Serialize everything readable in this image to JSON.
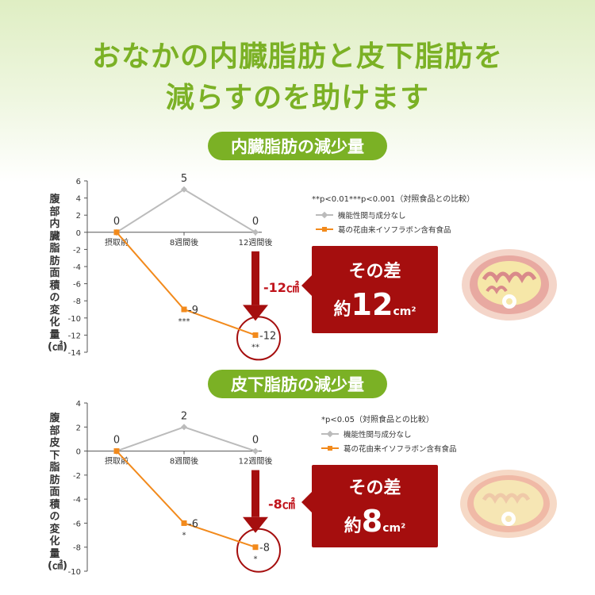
{
  "header": {
    "line1": "おなかの内臓脂肪と皮下脂肪を",
    "line2": "減らすのを助けます"
  },
  "sections": [
    {
      "pill": "内臓脂肪の減少量",
      "ylabel": "腹部内臓脂肪面積の変化量(㎠)",
      "note": "**p<0.01***p<0.001（対照食品との比較）",
      "legend": [
        "機能性関与成分なし",
        "葛の花由来イソフラボン含有食品"
      ],
      "diff_label": "-12㎠",
      "box_line1": "その差",
      "box_prefix": "約",
      "box_value": "12",
      "box_unit": "cm²"
    },
    {
      "pill": "皮下脂肪の減少量",
      "ylabel": "腹部皮下脂肪面積の変化量(㎠)",
      "note": "*p<0.05（対照食品との比較）",
      "legend": [
        "機能性関与成分なし",
        "葛の花由来イソフラボン含有食品"
      ],
      "diff_label": "-8㎠",
      "box_line1": "その差",
      "box_prefix": "約",
      "box_value": "8",
      "box_unit": "cm²"
    }
  ],
  "colors": {
    "accent_green": "#7bb125",
    "control_gray": "#bbbbbb",
    "treatment_orange": "#f28a1c",
    "emphasis_red": "#a50e0e"
  },
  "chart_data": [
    {
      "type": "line",
      "categories": [
        "摂取前",
        "8週間後",
        "12週間後"
      ],
      "series": [
        {
          "name": "機能性関与成分なし",
          "values": [
            0,
            5,
            0
          ],
          "labels": [
            "0",
            "5",
            "0"
          ],
          "sig": [
            "",
            "",
            ""
          ]
        },
        {
          "name": "葛の花由来イソフラボン含有食品",
          "values": [
            0,
            -9,
            -12
          ],
          "labels": [
            "",
            "-9",
            "-12"
          ],
          "sig": [
            "",
            "***",
            "**"
          ]
        }
      ],
      "ylabel": "腹部内臓脂肪面積の変化量(㎠)",
      "yticks": [
        6,
        4,
        2,
        0,
        -2,
        -4,
        -6,
        -8,
        -10,
        -12,
        -14
      ],
      "ylim": [
        -14,
        6
      ],
      "grid": false
    },
    {
      "type": "line",
      "categories": [
        "摂取前",
        "8週間後",
        "12週間後"
      ],
      "series": [
        {
          "name": "機能性関与成分なし",
          "values": [
            0,
            2,
            0
          ],
          "labels": [
            "0",
            "2",
            "0"
          ],
          "sig": [
            "",
            "",
            ""
          ]
        },
        {
          "name": "葛の花由来イソフラボン含有食品",
          "values": [
            0,
            -6,
            -8
          ],
          "labels": [
            "",
            "-6",
            "-8"
          ],
          "sig": [
            "",
            "*",
            "*"
          ]
        }
      ],
      "ylabel": "腹部皮下脂肪面積の変化量(㎠)",
      "yticks": [
        4,
        2,
        0,
        -2,
        -4,
        -6,
        -8,
        -10
      ],
      "ylim": [
        -10,
        4
      ],
      "grid": false
    }
  ]
}
